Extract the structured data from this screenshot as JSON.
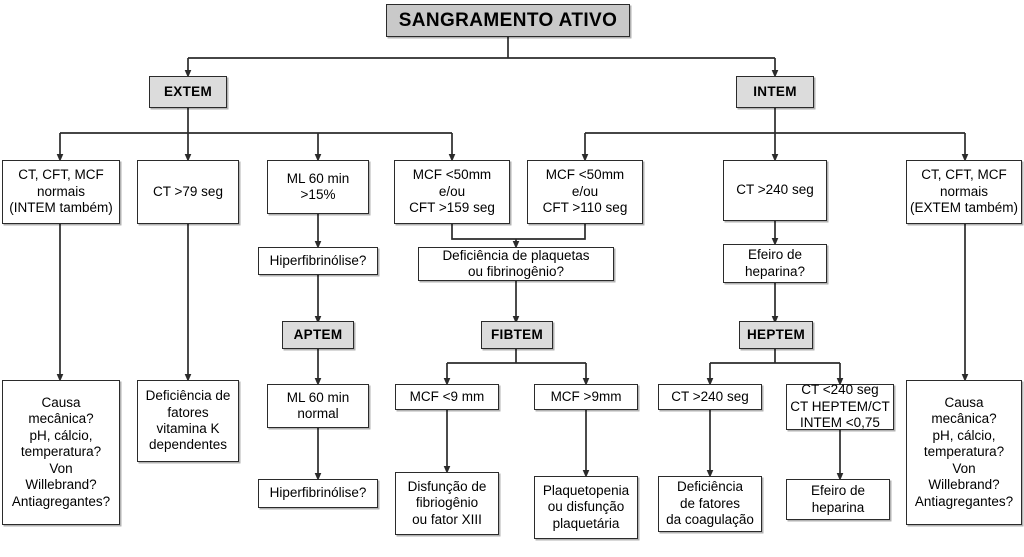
{
  "diagram": {
    "title": "SANGRAMENTO ATIVO",
    "language": "pt-BR",
    "nodes": {
      "root": "SANGRAMENTO ATIVO",
      "extem": "EXTEM",
      "intem": "INTEM",
      "e1": "CT, CFT, MCF\nnormais\n(INTEM também)",
      "e2": "CT >79 seg",
      "e3": "ML 60 min\n>15%",
      "e4": "MCF <50mm\ne/ou\nCFT >159 seg",
      "i1": "MCF <50mm\ne/ou\nCFT >110 seg",
      "i2": "CT >240 seg",
      "i3": "CT, CFT, MCF\nnormais\n(EXTEM também)",
      "hiperfib_q": "Hiperfibrinólise?",
      "deficiencia_q": "Deficiência de plaquetas\nou fibrinogênio?",
      "heparina_q": "Efeiro de\nheparina?",
      "aptem": "APTEM",
      "fibtem": "FIBTEM",
      "heptem": "HEPTEM",
      "e1_out": "Causa\nmecânica?\npH, cálcio,\ntemperatura?\nVon\nWillebrand?\nAntiagregantes?",
      "e2_out": "Deficiência de\nfatores\nvitamina K\ndependentes",
      "aptem_res": "ML 60 min\nnormal",
      "aptem_out": "Hiperfibrinólise?",
      "fib_low": "MCF <9 mm",
      "fib_high": "MCF >9mm",
      "fib_low_out": "Disfunção de\nfibriogênio\nou fator XIII",
      "fib_high_out": "Plaquetopenia\nou disfunção\nplaquetária",
      "hep_high": "CT >240 seg",
      "hep_low": "CT <240 seg\nCT HEPTEM/CT\nINTEM <0,75",
      "hep_high_out": "Deficiência\nde fatores\nda coagulação",
      "hep_low_out": "Efeiro de\nheparina",
      "i3_out": "Causa\nmecânica?\npH, cálcio,\ntemperatura?\nVon\nWillebrand?\nAntiagregantes?"
    },
    "colors": {
      "line": "#2b2b2b",
      "node_fill": "#ffffff",
      "gray_fill": "#dcdcdc",
      "title_fill": "#c9c9c9",
      "text": "#000000"
    }
  }
}
